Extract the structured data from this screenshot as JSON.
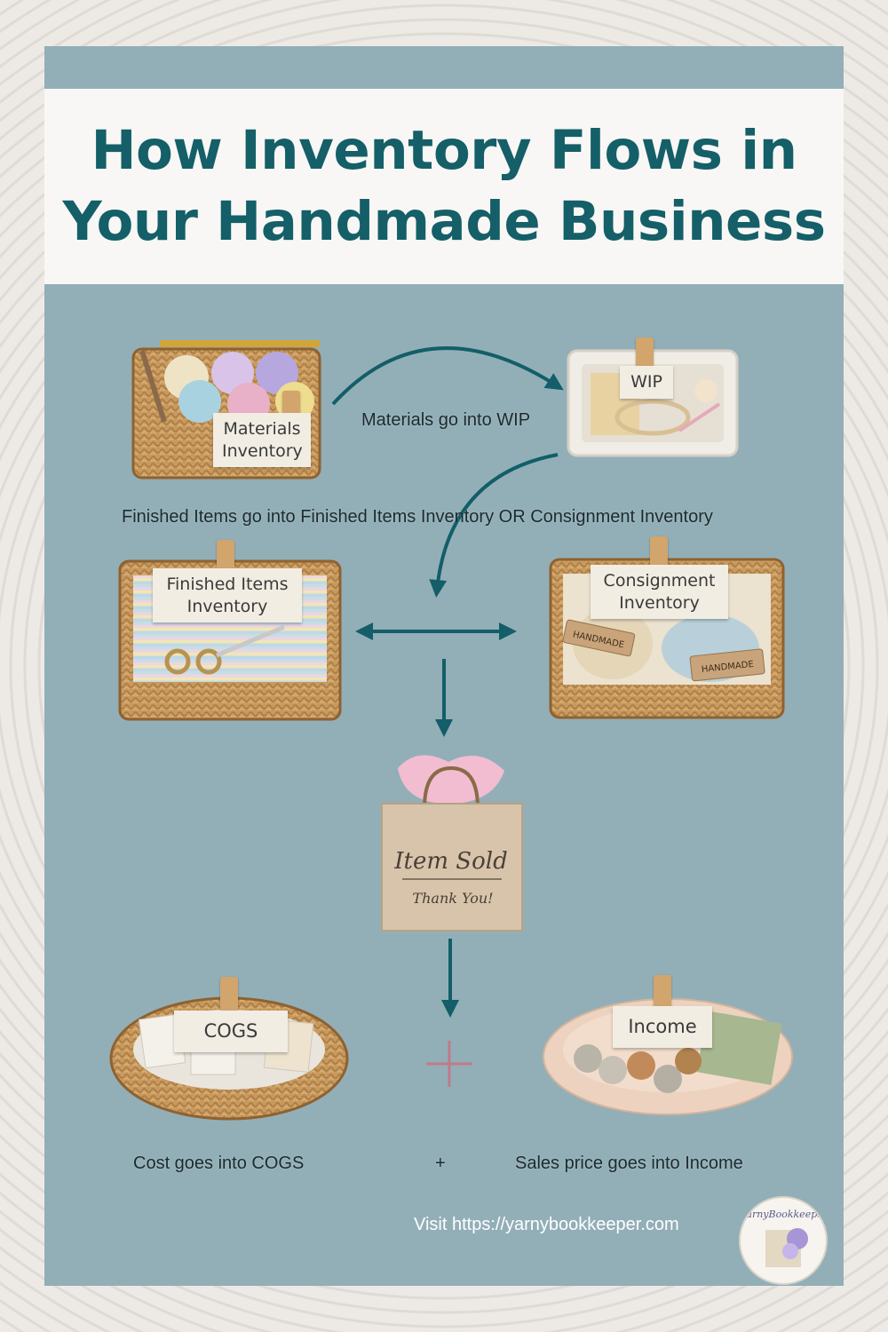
{
  "title": {
    "line1": "How Inventory Flows in",
    "line2": "Your Handmade Business"
  },
  "nodes": {
    "materials": "Materials\nInventory",
    "wip": "WIP",
    "finished": "Finished Items\nInventory",
    "consignment": "Consignment\nInventory",
    "sold_main": "Item Sold",
    "sold_sub": "Thank You!",
    "cogs": "COGS",
    "income": "Income",
    "handmade_tag": "HANDMADE"
  },
  "captions": {
    "materials_to_wip": "Materials go into WIP",
    "wip_to_finished": "Finished Items go into Finished Items Inventory OR Consignment Inventory",
    "cost": "Cost goes into COGS",
    "plus": "+",
    "sales": "Sales price goes into Income"
  },
  "footer": {
    "visit": "Visit https://yarnybookkeeper.com",
    "logo_text": "YarnyBookkeeper"
  },
  "colors": {
    "panel": "#92afb8",
    "title": "#145f68",
    "arrow": "#135e68",
    "plus_accent": "#c07a88"
  }
}
